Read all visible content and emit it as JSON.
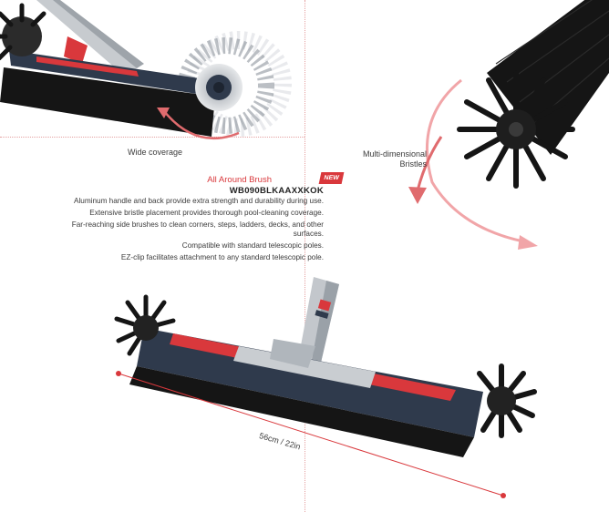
{
  "product": {
    "name": "All Around Brush",
    "badge": "NEW",
    "sku": "WB090BLKAAXXKOK",
    "features": [
      "Aluminum handle and back provide extra strength and durability during use.",
      "Extensive bristle placement provides thorough pool-cleaning coverage.",
      "Far-reaching side brushes to clean corners, steps, ladders, decks, and other surfaces.",
      "Compatible with standard telescopic poles.",
      "EZ-clip facilitates attachment to any standard telescopic pole."
    ]
  },
  "captions": {
    "wide_coverage": "Wide coverage",
    "multi_dimensional": "Multi-dimensional Bristles"
  },
  "dimension": "56cm / 22in",
  "colors": {
    "accent": "#d9383c",
    "body": "#2f3a4c",
    "bristle": "#151515"
  }
}
